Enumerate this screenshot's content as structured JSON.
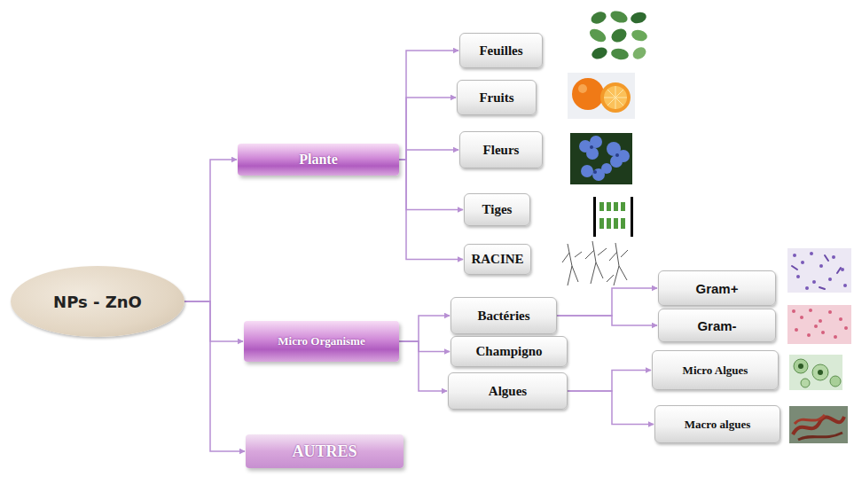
{
  "diagram": {
    "nodes": [
      {
        "text": [
          "NPs - ZnO"
        ]
      },
      {
        "text": [
          "Plante"
        ]
      },
      {
        "text": [
          "Feuilles"
        ]
      },
      {
        "text": [
          "Fruits"
        ]
      },
      {
        "text": [
          "Fleurs"
        ]
      },
      {
        "text": [
          "Tiges"
        ]
      },
      {
        "text": [
          "RACINE"
        ]
      },
      {
        "text": [
          "Micro Organisme"
        ]
      },
      {
        "text": [
          "Bactéries"
        ]
      },
      {
        "text": [
          "Gram+"
        ]
      },
      {
        "text": [
          "Gram-"
        ]
      },
      {
        "text": [
          "Champigno"
        ]
      },
      {
        "text": [
          "Algues"
        ]
      },
      {
        "text": [
          "Micro Algues"
        ]
      },
      {
        "text": [
          "Macro algues"
        ]
      },
      {
        "text": [
          "AUTRES"
        ]
      }
    ],
    "edges": [
      {
        "from": 0,
        "to": 1,
        "arrow": "to"
      },
      {
        "from": 0,
        "to": 7,
        "arrow": "to"
      },
      {
        "from": 0,
        "to": 15,
        "arrow": "to"
      },
      {
        "from": 1,
        "to": 2,
        "arrow": "to"
      },
      {
        "from": 1,
        "to": 3,
        "arrow": "to"
      },
      {
        "from": 1,
        "to": 4,
        "arrow": "to"
      },
      {
        "from": 1,
        "to": 5,
        "arrow": "to"
      },
      {
        "from": 1,
        "to": 6,
        "arrow": "to"
      },
      {
        "from": 7,
        "to": 8,
        "arrow": "to"
      },
      {
        "from": 7,
        "to": 11,
        "arrow": "to"
      },
      {
        "from": 7,
        "to": 12,
        "arrow": "to"
      },
      {
        "from": 8,
        "to": 9,
        "arrow": "to"
      },
      {
        "from": 8,
        "to": 10,
        "arrow": "to"
      },
      {
        "from": 12,
        "to": 13,
        "arrow": "to"
      },
      {
        "from": 12,
        "to": 14,
        "arrow": "to"
      }
    ]
  }
}
